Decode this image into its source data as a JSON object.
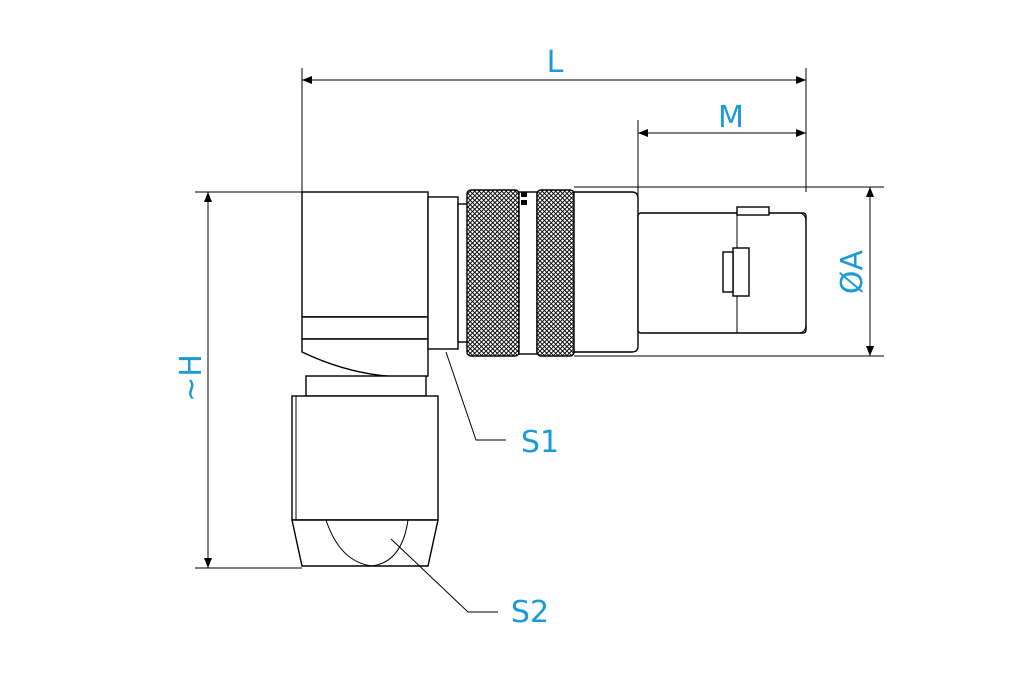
{
  "labels": {
    "length": "L",
    "m_length": "M",
    "diameter": "ØA",
    "height": "~H",
    "wrench_flat_1": "S1",
    "wrench_flat_2": "S2"
  },
  "colors": {
    "dimension_text": "#1a9ad6",
    "lines": "#000000",
    "background": "#ffffff"
  }
}
